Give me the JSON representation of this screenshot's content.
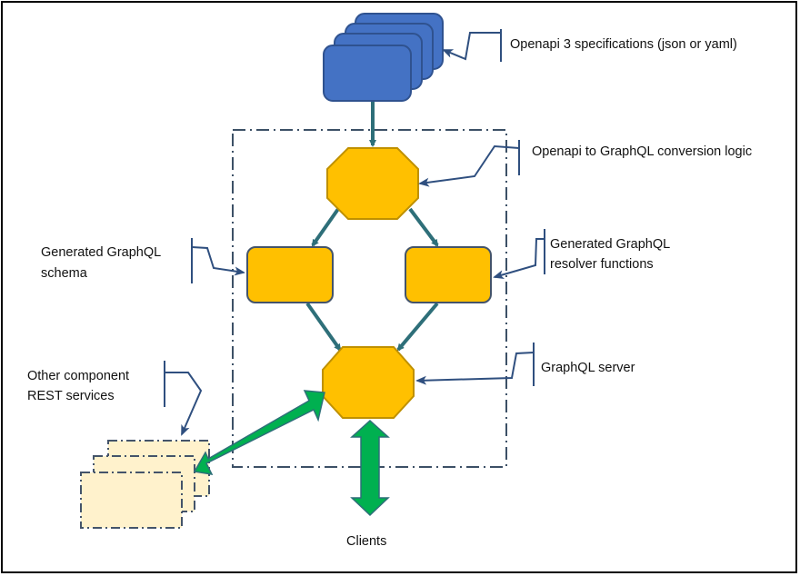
{
  "diagram": {
    "title": "",
    "colors": {
      "spec_fill": "#4472C4",
      "spec_stroke": "#2F528F",
      "node_fill": "#FFC000",
      "node_stroke_octagon": "#BF9000",
      "node_stroke_rect": "#44546A",
      "connector": "#2E6F79",
      "callout": "#2F4F7F",
      "boundary": "#3C5066",
      "bidir_arrow_fill": "#00B050",
      "bidir_arrow_stroke": "#2E6F79",
      "rest_fill": "#FFF2CC",
      "rest_stroke": "#44546A"
    },
    "nodes": [
      {
        "id": "openapi-specs",
        "shape": "stacked-rounded-rect",
        "count": 4,
        "label": "Openapi 3 specifications (json or yaml)"
      },
      {
        "id": "conversion-logic",
        "shape": "octagon",
        "label": "Openapi to GraphQL conversion logic"
      },
      {
        "id": "graphql-schema",
        "shape": "rounded-rect",
        "label_lines": [
          "Generated GraphQL",
          "schema"
        ]
      },
      {
        "id": "resolver-functions",
        "shape": "rounded-rect",
        "label_lines": [
          "Generated GraphQL",
          "resolver functions"
        ]
      },
      {
        "id": "graphql-server",
        "shape": "octagon",
        "label": "GraphQL server"
      },
      {
        "id": "rest-services",
        "shape": "stacked-dashed-rect",
        "count": 3,
        "label_lines": [
          "Other component",
          "REST services"
        ]
      },
      {
        "id": "clients",
        "shape": "text",
        "label": "Clients"
      }
    ],
    "edges": [
      {
        "from": "openapi-specs",
        "to": "conversion-logic",
        "type": "arrow"
      },
      {
        "from": "conversion-logic",
        "to": "graphql-schema",
        "type": "arrow"
      },
      {
        "from": "conversion-logic",
        "to": "resolver-functions",
        "type": "arrow"
      },
      {
        "from": "graphql-schema",
        "to": "graphql-server",
        "type": "arrow"
      },
      {
        "from": "resolver-functions",
        "to": "graphql-server",
        "type": "arrow"
      },
      {
        "from": "graphql-server",
        "to": "rest-services",
        "type": "bidirectional-block-arrow"
      },
      {
        "from": "graphql-server",
        "to": "clients",
        "type": "bidirectional-block-arrow"
      }
    ],
    "boundary": {
      "style": "dash-dot",
      "contains": [
        "conversion-logic",
        "graphql-schema",
        "resolver-functions",
        "graphql-server"
      ]
    }
  }
}
